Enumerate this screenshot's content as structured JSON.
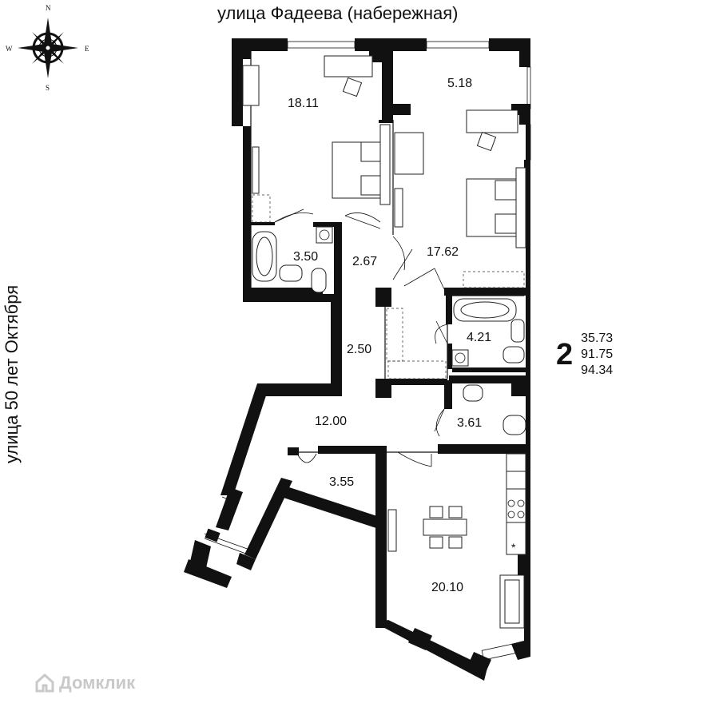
{
  "streets": {
    "top": "улица Фадеева (набережная)",
    "left": "улица 50 лет Октября"
  },
  "compass": {
    "north": "N",
    "south": "S",
    "east": "E",
    "west": "W"
  },
  "rooms": [
    {
      "id": "bedroom-1",
      "area": "18.11"
    },
    {
      "id": "balcony-top",
      "area": "5.18"
    },
    {
      "id": "bathroom-1",
      "area": "3.50"
    },
    {
      "id": "hall-1",
      "area": "2.67"
    },
    {
      "id": "bedroom-2",
      "area": "17.62"
    },
    {
      "id": "wardrobe",
      "area": "2.50"
    },
    {
      "id": "bathroom-2",
      "area": "4.21"
    },
    {
      "id": "corridor",
      "area": "12.00"
    },
    {
      "id": "wc",
      "area": "3.61"
    },
    {
      "id": "storage",
      "area": "3.55"
    },
    {
      "id": "kitchen-living",
      "area": "20.10"
    }
  ],
  "summary": {
    "rooms_count": "2",
    "living_area": "35.73",
    "total_area": "91.75",
    "total_with_balcony": "94.34"
  },
  "watermark": "Домклик",
  "colors": {
    "wall": "#111111",
    "background": "#ffffff",
    "watermark": "#c9c9c9"
  }
}
